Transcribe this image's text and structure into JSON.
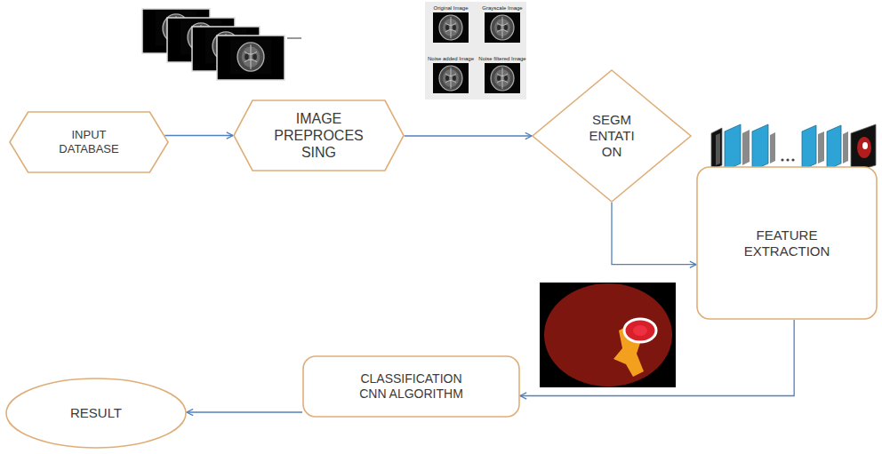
{
  "diagram": {
    "nodes": [
      {
        "text": [
          "INPUT DATABASE"
        ]
      },
      {
        "text": [
          "IMAGE PREPROCES SING"
        ]
      },
      {
        "text": [
          "SEGM ENTATI ON"
        ]
      },
      {
        "text": [
          "FEATURE EXTRACTION"
        ]
      },
      {
        "text": [
          "CLASSIFICATION CNN ALGORITHM"
        ]
      },
      {
        "text": [
          "RESULT"
        ]
      }
    ],
    "edges": [
      {
        "from": 0,
        "to": 1,
        "arrow": "to"
      },
      {
        "from": 1,
        "to": 2,
        "arrow": "to"
      },
      {
        "from": 2,
        "to": 3,
        "arrow": "to"
      },
      {
        "from": 3,
        "to": 4,
        "arrow": "to"
      },
      {
        "from": 4,
        "to": 5,
        "arrow": "to"
      }
    ],
    "labels": [
      "Original Image",
      "Grayscale Image",
      "Noise added Image",
      "Noise filtered Image"
    ]
  }
}
